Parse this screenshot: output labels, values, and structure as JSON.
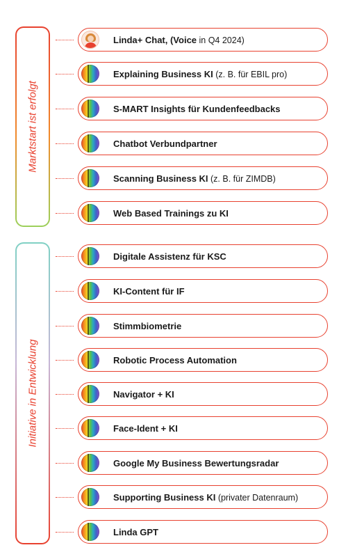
{
  "groups": [
    {
      "label": "Marktstart ist erfolgt"
    },
    {
      "label": "Initiative in Entwicklung"
    }
  ],
  "items": [
    {
      "bold": "Linda+ Chat, (Voice",
      "light": " in Q4 2024)",
      "icon": "avatar-icon"
    },
    {
      "bold": "Explaining Business KI",
      "light": " (z. B. für EBIL pro)",
      "icon": "rainbow-logo-icon"
    },
    {
      "bold": "S-MART Insights für Kundenfeedbacks",
      "light": "",
      "icon": "rainbow-logo-icon"
    },
    {
      "bold": "Chatbot Verbundpartner",
      "light": "",
      "icon": "rainbow-logo-icon"
    },
    {
      "bold": "Scanning Business KI",
      "light": " (z. B. für ZIMDB)",
      "icon": "rainbow-logo-icon"
    },
    {
      "bold": "Web Based Trainings zu KI",
      "light": "",
      "icon": "rainbow-logo-icon"
    },
    {
      "bold": "Digitale Assistenz für KSC",
      "light": "",
      "icon": "rainbow-logo-icon"
    },
    {
      "bold": "KI-Content für IF",
      "light": "",
      "icon": "rainbow-logo-icon"
    },
    {
      "bold": "Stimmbiometrie",
      "light": "",
      "icon": "rainbow-logo-icon"
    },
    {
      "bold": "Robotic Process Automation",
      "light": "",
      "icon": "rainbow-logo-icon"
    },
    {
      "bold": "Navigator + KI",
      "light": "",
      "icon": "rainbow-logo-icon"
    },
    {
      "bold": "Face-Ident + KI",
      "light": "",
      "icon": "rainbow-logo-icon"
    },
    {
      "bold": "Google My Business Bewertungsradar",
      "light": "",
      "icon": "rainbow-logo-icon"
    },
    {
      "bold": "Supporting Business KI",
      "light": " (privater Datenraum)",
      "icon": "rainbow-logo-icon"
    },
    {
      "bold": "Linda GPT",
      "light": "",
      "icon": "rainbow-logo-icon"
    }
  ],
  "colors": {
    "accent": "#e8412f",
    "green": "#9cd05a",
    "teal": "#7fd0c4"
  }
}
